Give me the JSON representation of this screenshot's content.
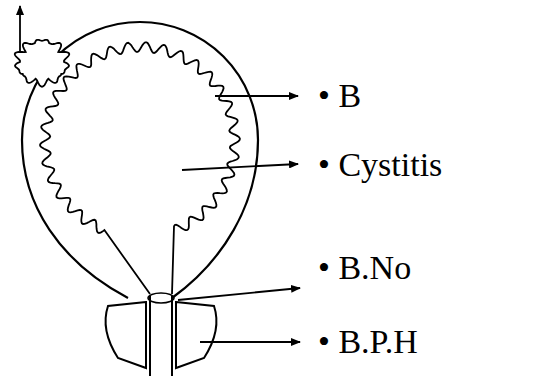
{
  "diagram": {
    "labels": [
      "• B",
      "• Cystitis",
      "• B.No",
      "• B.P.H"
    ]
  }
}
